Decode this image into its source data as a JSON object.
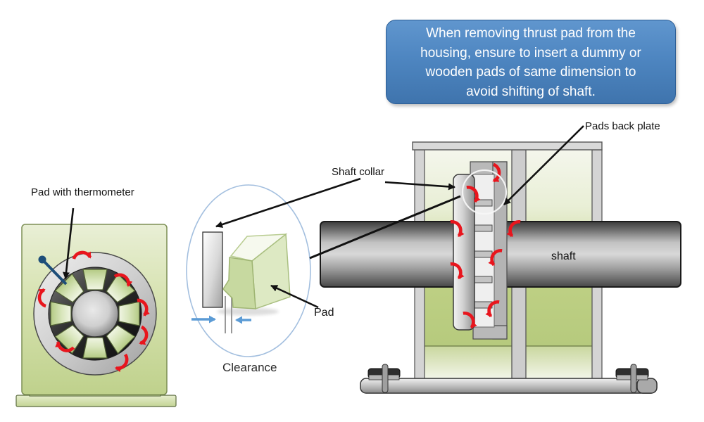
{
  "callout": {
    "lines": [
      "When removing thrust pad from the",
      "housing, ensure to insert a dummy or",
      "wooden pads of same dimension to",
      "avoid shifting of shaft."
    ]
  },
  "labels": {
    "pad_with_thermometer": "Pad with thermometer",
    "shaft_collar": "Shaft collar",
    "pads_back_plate": "Pads back plate",
    "shaft": "shaft",
    "pad": "Pad",
    "clearance": "Clearance"
  },
  "icons": {
    "rotation_arrow": "curved-red-arrow",
    "clearance_arrows": "opposing-blue-arrows",
    "annotation_arrow": "black-pointer-arrow",
    "highlight_circle": "white-outline-circle",
    "thermometer_probe": "blue-pin-probe"
  },
  "colors": {
    "callout_blue": "#4e86c1",
    "callout_border": "#2c5e96",
    "rotation_arrow_red": "#e8151d",
    "clearance_arrow_blue": "#5b9bd5",
    "pad_green_light": "#dde9c3",
    "pad_green": "#c7d9a0",
    "housing_green": "#b7cb7e",
    "housing_box_green": "#d6e2af",
    "metal_gray": "#c9c9c9",
    "dark_ring": "#1a1a1a",
    "thermometer_blue": "#1d4e79",
    "annotation_black": "#111111",
    "highlight_white": "#f5f5f5",
    "ellipse_blue": "#a3bfdf"
  }
}
